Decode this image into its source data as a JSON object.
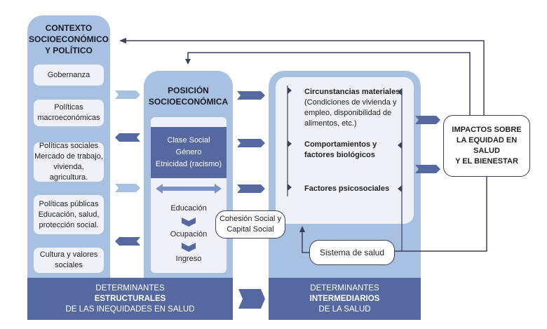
{
  "colors": {
    "light_blue": "#a9c1e0",
    "dark_blue": "#5569a0",
    "card_bg": "#eef1f8",
    "line": "#3a3f5e"
  },
  "context": {
    "title_lines": [
      "CONTEXTO",
      "SOCIOECONÓMICO",
      "Y POLÍTICO"
    ],
    "items": [
      {
        "lines": [
          "Gobernanza"
        ]
      },
      {
        "lines": [
          "Políticas",
          "macroeconómicas"
        ]
      },
      {
        "lines": [
          "Políticas sociales",
          "Mercado de trabajo,",
          "vivienda, agricultura."
        ]
      },
      {
        "lines": [
          "Políticas públicas",
          "Educación, salud,",
          "protección social."
        ]
      },
      {
        "lines": [
          "Cultura y valores",
          "sociales"
        ]
      }
    ]
  },
  "position": {
    "title_lines": [
      "POSICIÓN",
      "SOCIOECONÓMICA"
    ],
    "dark_box_lines": [
      "Clase Social",
      "Género",
      "Etnicidad (racismo)"
    ],
    "sequence": [
      "Educación",
      "Ocupación",
      "Ingreso"
    ]
  },
  "cohesion": {
    "lines": [
      "Cohesión Social y",
      "Capital Social"
    ]
  },
  "intermediary": {
    "items": [
      {
        "heading": "Circunstancias materiales",
        "detail_lines": [
          "(Condiciones de vivienda y",
          "empleo, disponibilidad de",
          "alimentos, etc.)"
        ]
      },
      {
        "heading_lines": [
          "Comportamientos y",
          "factores biológicos"
        ]
      },
      {
        "heading": "Factores psicosociales"
      }
    ],
    "health_system": "Sistema de salud"
  },
  "impacts": {
    "lines": [
      "IMPACTOS SOBRE",
      "LA EQUIDAD EN SALUD",
      "Y EL BIENESTAR"
    ]
  },
  "footers": {
    "structural": {
      "line1": "DETERMINANTES",
      "line2": "ESTRUCTURALES",
      "line3": "DE LAS INEQUIDADES EN SALUD"
    },
    "intermediary": {
      "line1": "DETERMINANTES",
      "line2": "INTERMEDIARIOS",
      "line3": "DE LA SALUD"
    }
  }
}
